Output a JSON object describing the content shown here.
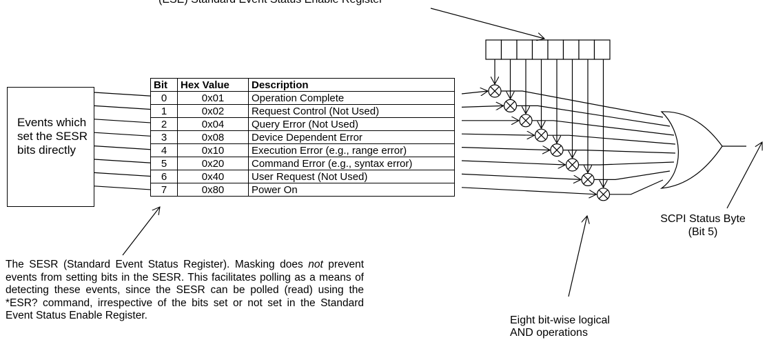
{
  "top_label": "(ESE) Standard Event Status Enable Register",
  "events_box": {
    "text": "Events which set the SESR bits directly"
  },
  "table": {
    "headers": [
      "Bit",
      "Hex Value",
      "Description"
    ],
    "rows": [
      {
        "bit": "0",
        "hex": "0x01",
        "desc": "Operation Complete"
      },
      {
        "bit": "1",
        "hex": "0x02",
        "desc": "Request Control (Not Used)"
      },
      {
        "bit": "2",
        "hex": "0x04",
        "desc": "Query Error (Not Used)"
      },
      {
        "bit": "3",
        "hex": "0x08",
        "desc": "Device Dependent Error"
      },
      {
        "bit": "4",
        "hex": "0x10",
        "desc": "Execution Error (e.g., range error)"
      },
      {
        "bit": "5",
        "hex": "0x20",
        "desc": "Command Error (e.g., syntax error)"
      },
      {
        "bit": "6",
        "hex": "0x40",
        "desc": "User Request (Not Used)"
      },
      {
        "bit": "7",
        "hex": "0x80",
        "desc": "Power On"
      }
    ]
  },
  "sesr_note": {
    "part1": "The SESR (Standard Event Status Register).   Masking does ",
    "emphasis": "not",
    "part2": " prevent events from setting bits in the SESR. This facilitates polling as a means of detecting these events, since the SESR can be polled (read) using the *ESR? command, irrespective of the bits set or not set in the Standard Event Status Enable Register."
  },
  "status_output": {
    "line1": "SCPI Status Byte",
    "line2": "(Bit 5)"
  },
  "and_label": {
    "line1": "Eight bit-wise logical",
    "line2": "AND operations"
  }
}
